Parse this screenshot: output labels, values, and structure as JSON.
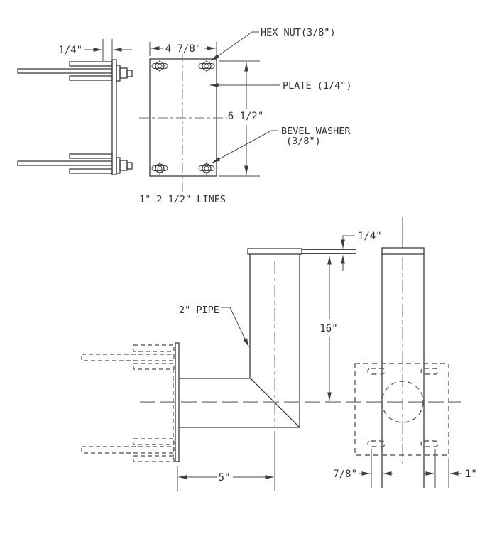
{
  "labels": {
    "hex_nut": "HEX NUT(3/8\")",
    "plate": "PLATE (1/4\")",
    "bevel_washer_1": "BEVEL WASHER",
    "bevel_washer_2": "(3/8\")",
    "lines_note": "1\"-2 1/2\" LINES",
    "pipe": "2\" PIPE"
  },
  "dimensions": {
    "plate_thickness": "1/4\"",
    "plate_width": "4 7/8\"",
    "plate_height": "6 1/2\"",
    "cap_thickness": "1/4\"",
    "pipe_length": "16\"",
    "arm_length": "5\"",
    "slot_offset": "7/8\"",
    "edge_margin": "1\""
  },
  "colors": {
    "background": "#ffffff",
    "object_line": "#3c3c3c",
    "center_line": "#8a8a8a",
    "hidden_line": "#606060",
    "text": "#333333"
  }
}
